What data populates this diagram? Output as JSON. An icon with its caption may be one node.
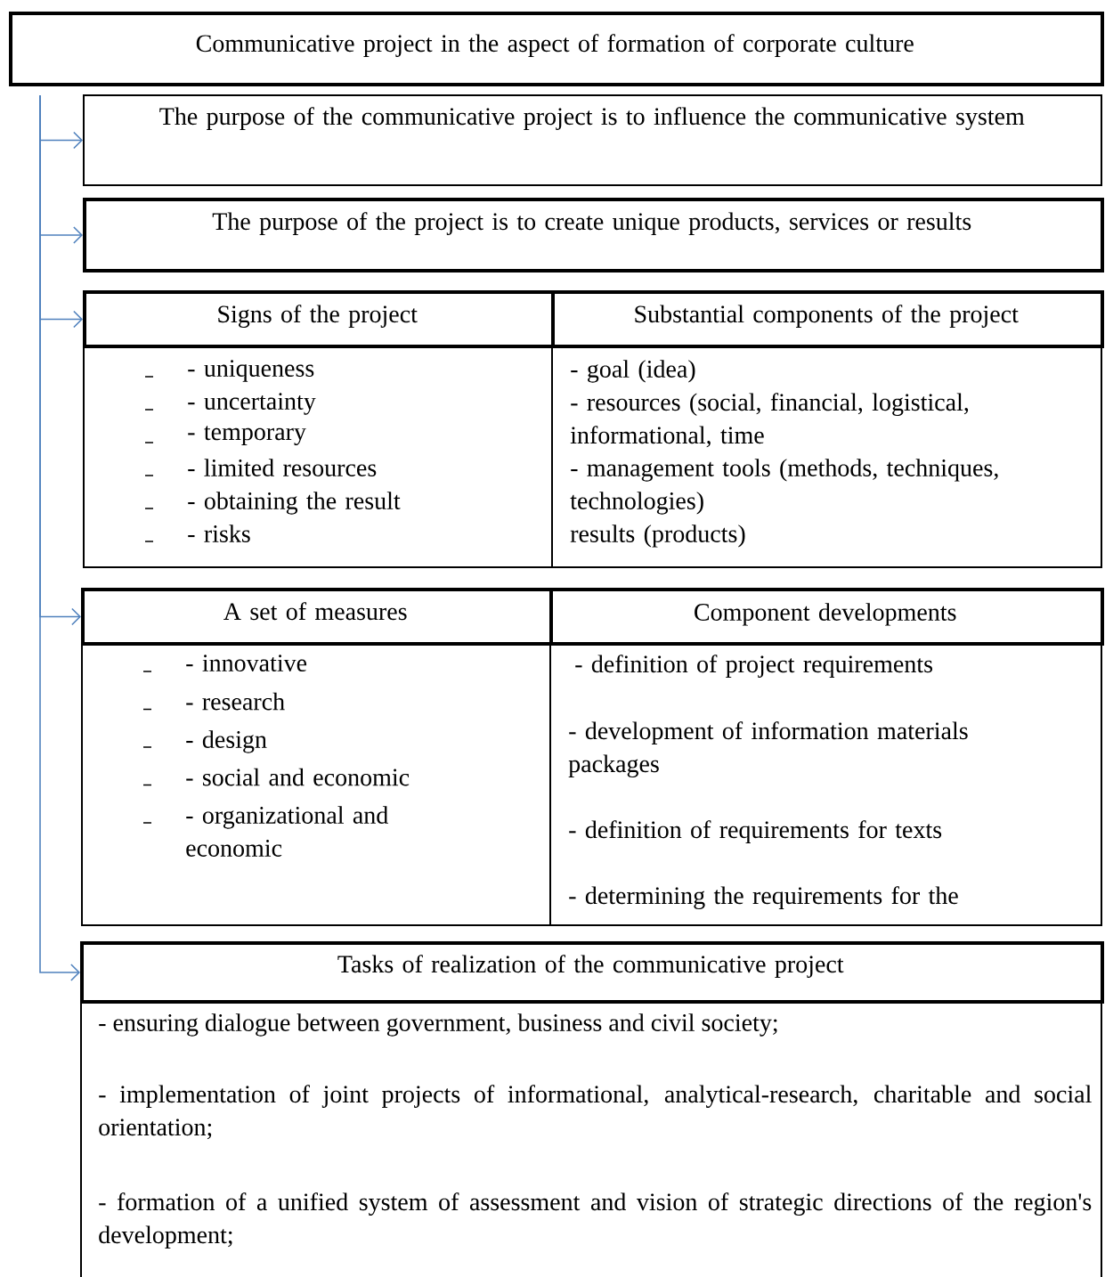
{
  "diagram": {
    "nodes": [
      {
        "text": [
          "Communicative project in the aspect of formation of corporate culture"
        ]
      },
      {
        "text": [
          "The purpose of the communicative project is to influence the communicative system"
        ]
      },
      {
        "text": [
          "The purpose of the project is to create unique products, services or results"
        ]
      },
      {
        "text": [
          "Signs of the project"
        ]
      },
      {
        "text": [
          "- uniqueness",
          "- uncertainty",
          "- temporary",
          "- limited resources",
          "- obtaining the result",
          "- risks"
        ]
      },
      {
        "text": [
          "Substantial components of the project"
        ]
      },
      {
        "text": [
          "- goal (idea)",
          "- resources (social, financial, logistical, informational, time",
          "- management tools (methods, techniques, technologies)",
          "results (products)"
        ]
      },
      {
        "text": [
          "A set of measures"
        ]
      },
      {
        "text": [
          "- innovative",
          "- research",
          "- design",
          "- social and economic",
          "- organizational and economic"
        ]
      },
      {
        "text": [
          "Component developments"
        ]
      },
      {
        "text": [
          "- definition of project requirements",
          "- development of information materials packages",
          "- definition of requirements for texts",
          "- determining the requirements for the"
        ]
      },
      {
        "text": [
          "Tasks of realization of the communicative project"
        ]
      },
      {
        "text": [
          "- ensuring dialogue between government, business and civil society;",
          "- implementation of joint projects of informational, analytical-research, charitable and social orientation;",
          "- formation of a unified system of assessment and vision of strategic directions of the region's development;"
        ]
      }
    ],
    "edges": [
      {
        "from": 0,
        "to": 1,
        "arrow": "to"
      },
      {
        "from": 0,
        "to": 2,
        "arrow": "to"
      },
      {
        "from": 0,
        "to": 3,
        "arrow": "to"
      },
      {
        "from": 0,
        "to": 7,
        "arrow": "to"
      },
      {
        "from": 0,
        "to": 11,
        "arrow": "to"
      }
    ]
  }
}
